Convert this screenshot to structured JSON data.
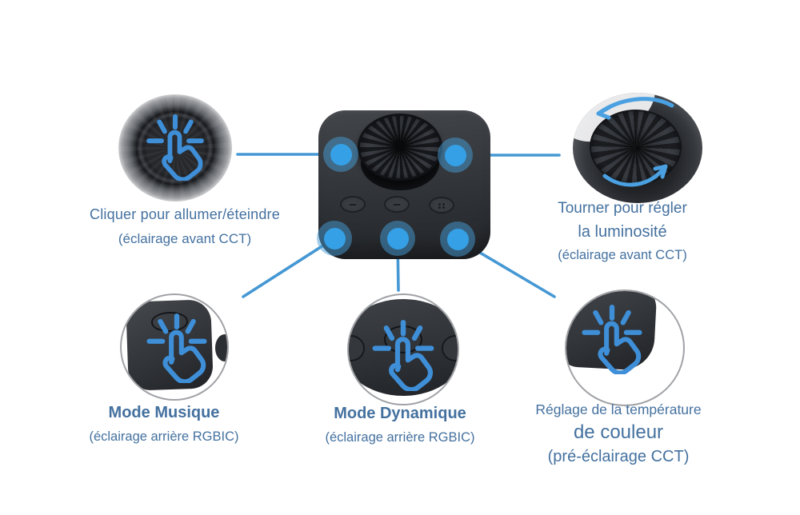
{
  "diagram": {
    "type": "product-instruction-diagram",
    "language": "fr",
    "subject": "smart-light-control-dial"
  },
  "colors": {
    "background": "#ffffff",
    "label_text": "#44719f",
    "connector_blue": "#4598d4",
    "hotspot_core": "#35a0e6",
    "icon_blue": "#3e8fd8",
    "ring_gray": "#a0a2a6",
    "device_dark": "#2f3236"
  },
  "icons": {
    "tap": "tap-gesture-icon",
    "rotate": "rotate-arrows-icon",
    "hotspot": "hotspot-dot"
  },
  "callouts": {
    "power": {
      "line1": "Cliquer pour allumer/éteindre",
      "line2": "(éclairage avant CCT)"
    },
    "brightness": {
      "line1": "Tourner pour régler",
      "line2": "la luminosité",
      "line3": "(éclairage avant CCT)"
    },
    "music": {
      "line1": "Mode Musique",
      "line2": "(éclairage arrière RGBIC)"
    },
    "dynamic": {
      "line1": "Mode Dynamique",
      "line2": "(éclairage arrière RGBIC)"
    },
    "temperature": {
      "line1": "Réglage de la température",
      "line2": "de couleur",
      "line3": "(pré-éclairage CCT)"
    }
  }
}
